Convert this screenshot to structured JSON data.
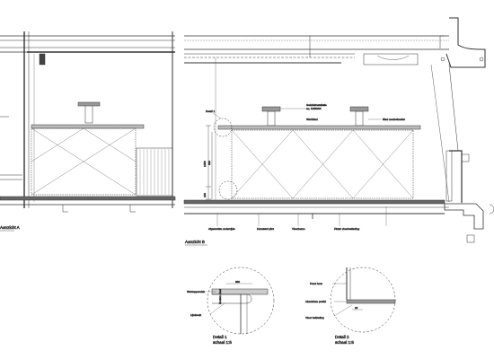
{
  "views": {
    "view_a_label": "Aanzicht A",
    "view_b_label": "Aanzicht B"
  },
  "view_b_annotations": {
    "detail_1_ref": "Detail 1",
    "speaker_label": "Geluidsinstallatie",
    "speaker_label_2": "ca. 10/80/30",
    "countertop_label": "Werkblad",
    "worktop_label": "Blad meubelmaker",
    "underside_label": "Afgewerkte onderzijde",
    "base_label": "Kunststof plint",
    "floor_label": "Vloerbeton",
    "finish_floor_label": "Finish vloerbekleding",
    "dim_total": "1050",
    "dim_upper": "920",
    "dim_lower": "100"
  },
  "details": [
    {
      "title": "Detail 1",
      "scale": "schaal 1:5",
      "labels": [
        "Werkoppervlak",
        "Houten plaat",
        "Lijmbeuk"
      ],
      "dim": "380"
    },
    {
      "title": "Detail 2",
      "scale": "schaal 1:5",
      "labels": [
        "Front hout",
        "Aluminium profiel",
        "Vloer bekleding"
      ],
      "dim": "20"
    }
  ]
}
